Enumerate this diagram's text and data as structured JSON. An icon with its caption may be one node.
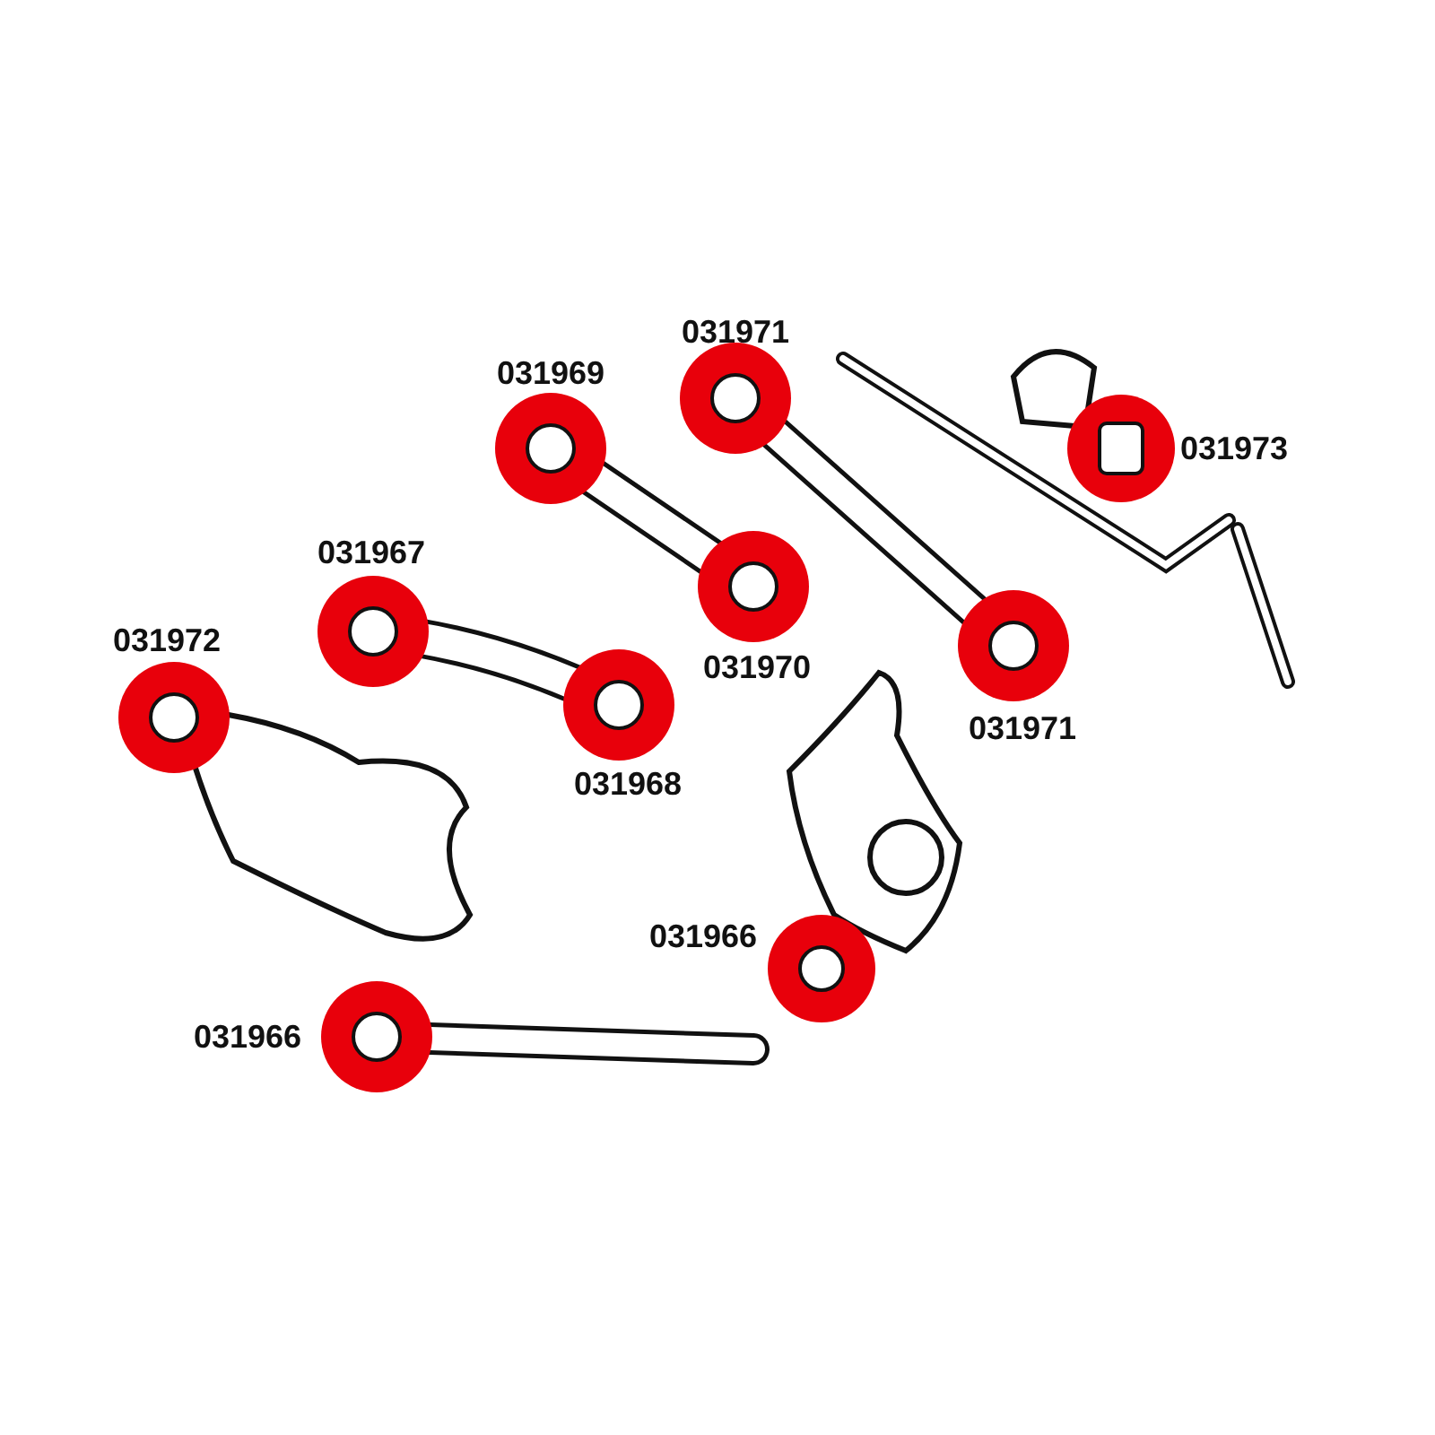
{
  "diagram": {
    "labels": [
      "031971",
      "031969",
      "031973",
      "031967",
      "031972",
      "031970",
      "031971",
      "031968",
      "031966",
      "031966"
    ]
  }
}
